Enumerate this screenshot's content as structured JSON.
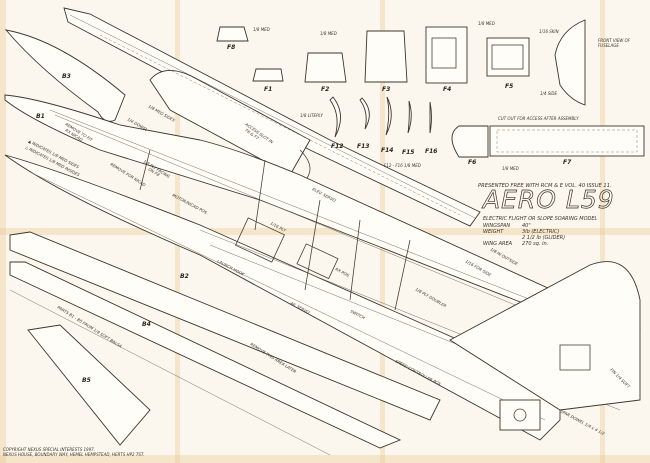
{
  "title_block": {
    "presented": "PRESENTED FREE WITH RCM & E VOL. 40 ISSUE 11.",
    "model_name": "AERO L59",
    "subtitle": "ELECTRIC FLIGHT OR SLOPE SOARING MODEL",
    "specs": [
      {
        "label": "WINGSPAN",
        "value": "40\""
      },
      {
        "label": "WEIGHT",
        "value": "3lb (ELECTRIC)"
      },
      {
        "label": "",
        "value": "2 1/2 lb (GLIDER)"
      },
      {
        "label": "WING AREA",
        "value": "270 sq. in."
      }
    ]
  },
  "copyright": {
    "line1": "COPYRIGHT NEXUS SPECIAL INTERESTS 1997.",
    "line2": "NEXUS HOUSE, BOUNDARY WAY, HEMEL HEMPSTEAD, HERTS HP2 7ST."
  },
  "formers": {
    "F8": "F8",
    "F1": "F1",
    "F2": "F2",
    "F3": "F3",
    "F4": "F4",
    "F5": "F5",
    "F6": "F6",
    "F7": "F7",
    "F12": "F12",
    "F13": "F13",
    "F14": "F14",
    "F15": "F15",
    "F16": "F16"
  },
  "notes": {
    "med_1": "1/8 MED",
    "med_2": "1/8 MED",
    "med_3": "1/8 MED",
    "med_4": "1/8 MED",
    "liteply": "1/8 LITEPLY",
    "f12_f16": "F12 - F16 1/8 MED",
    "front_view": "FRONT VIEW OF",
    "front_view2": "FUSELAGE",
    "skin": "1/16 SKIN",
    "side": "1/4 SIDE",
    "cutout": "CUT OUT FOR ACCESS AFTER ASSEMBLY",
    "access_slot": "ACCESS SLOT IN",
    "access_slot2": "F6 & F7",
    "med_sides": "1/8 MED SIDES",
    "dowel": "1/4 DOWEL",
    "remove_fit": "REMOVE TO FIT",
    "remove_fit2": "RX NICAD",
    "ply_facing": "1/8 PLY FACING",
    "ply_facing2": "ON F8",
    "remove_nicad": "REMOVE FOR NICAD",
    "motor_nicad": "MOTOR/NICAD POS.",
    "indicates_1": "▲ INDICATES 1/8 MED SIDES",
    "indicates_2": "△ INDICATES 1/8 MED INSIDES",
    "launch_hook": "LAUNCH HOOK",
    "parts": "PARTS B1 - B5 FROM 1/8 SOFT BALSA",
    "remove_area": "REMOVE THIS AREA LATER",
    "speed_controller": "SPEED CONTROLLER POS.",
    "rx_pos": "RX POS.",
    "ail_servo": "AIL SERVO",
    "switch": "SWITCH",
    "elev_servo": "ELEV. SERVO",
    "fin": "FIN 1/4 SOFT",
    "ply_doubler": "1/8 PLY DOUBLER",
    "dihedral": "1/16 PLY",
    "spar": "SPAR DOWEL 1/4 x 4 1/2",
    "in_outside": "1/8 IN OUTSIDE",
    "for_side": "1/16 FOR SIDE",
    "b3": "B3",
    "b2": "B2",
    "b4": "B4",
    "b5": "B5",
    "b1": "B1"
  },
  "colors": {
    "paper": "#fbf7ee",
    "ink": "#3e352b",
    "stain": "#e9c48a"
  }
}
